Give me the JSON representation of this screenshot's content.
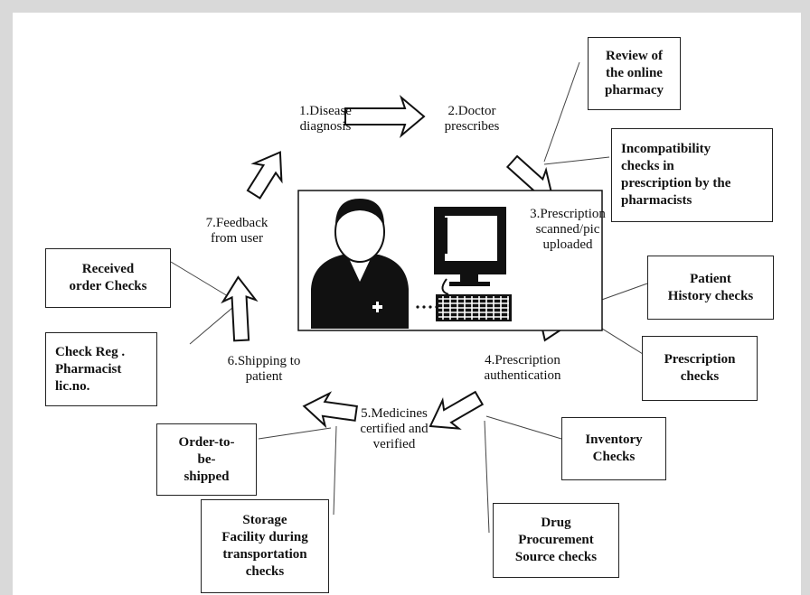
{
  "steps": [
    {
      "id": "step1",
      "text": "1.Disease\ndiagnosis"
    },
    {
      "id": "step2",
      "text": "2.Doctor\nprescribes"
    },
    {
      "id": "step3",
      "text": "3.Prescription\nscanned/pic\nuploaded"
    },
    {
      "id": "step4",
      "text": "4.Prescription\nauthentication"
    },
    {
      "id": "step5",
      "text": "5.Medicines\ncertified and\nverified"
    },
    {
      "id": "step6",
      "text": "6.Shipping to\npatient"
    },
    {
      "id": "step7",
      "text": "7.Feedback\nfrom user"
    }
  ],
  "checks": [
    {
      "id": "review",
      "text": "Review of\nthe online\npharmacy"
    },
    {
      "id": "incompat",
      "text": "Incompatibility\nchecks in\nprescription by the\npharmacists"
    },
    {
      "id": "patient-history",
      "text": "Patient\nHistory checks"
    },
    {
      "id": "prescription",
      "text": "Prescription\nchecks"
    },
    {
      "id": "inventory",
      "text": "Inventory\nChecks"
    },
    {
      "id": "procurement",
      "text": "Drug\nProcurement\nSource checks"
    },
    {
      "id": "storage",
      "text": "Storage\nFacility during\ntransportation\nchecks"
    },
    {
      "id": "order",
      "text": "Order-to-\nbe-\nshipped"
    },
    {
      "id": "check-reg",
      "text": "Check Reg .\nPharmacist\nlic.no."
    },
    {
      "id": "received",
      "text": "Received\norder Checks"
    }
  ]
}
